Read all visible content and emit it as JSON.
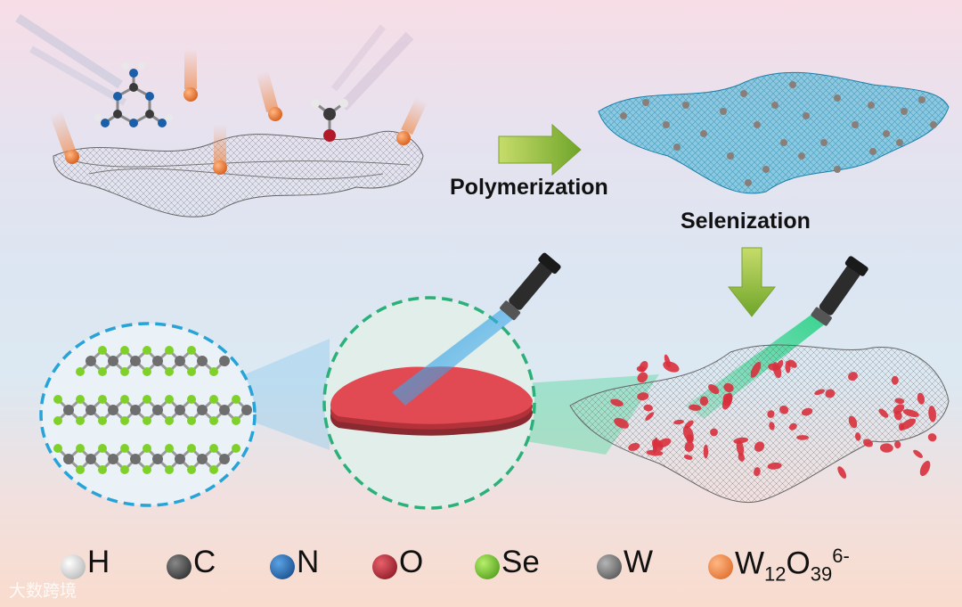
{
  "labels": {
    "polymerization": "Polymerization",
    "selenization": "Selenization"
  },
  "legend": [
    {
      "symbol": "H",
      "color": "#d9d9d9"
    },
    {
      "symbol": "C",
      "color": "#3a3a3a"
    },
    {
      "symbol": "N",
      "color": "#1b5fa8"
    },
    {
      "symbol": "O",
      "color": "#b11928"
    },
    {
      "symbol": "Se",
      "color": "#6cc21e"
    },
    {
      "symbol": "W",
      "color": "#6e6e6e"
    },
    {
      "symbol_base": "W",
      "symbol_sub1": "12",
      "symbol_mid": "O",
      "symbol_sub2": "39",
      "symbol_sup": "6-",
      "color": "#e8732c"
    }
  ],
  "watermark": "大数跨境",
  "colors": {
    "arrow_green": "#9ac23a",
    "blue_sheet": "#3fb4d6",
    "red_flakes": "#d8303c",
    "beam_blue": "#3aa6e8",
    "beam_green": "#2fd38a",
    "circle_blue_dash": "#27a3d8",
    "circle_green_dash": "#2bb07a"
  }
}
